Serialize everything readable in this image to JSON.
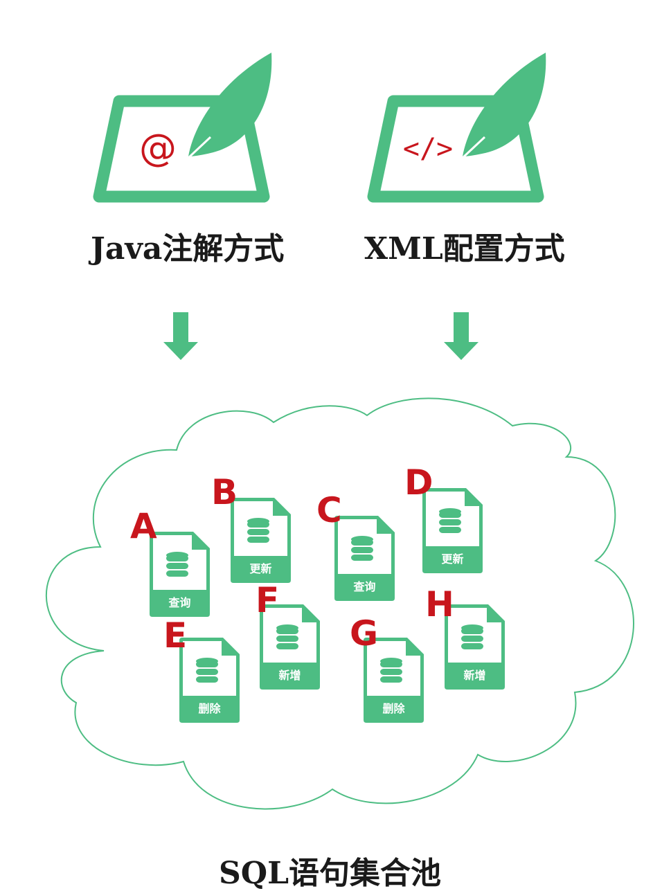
{
  "colors": {
    "green": "#4dbd83",
    "red": "#c8161d",
    "text": "#1a1a1a"
  },
  "panels": [
    {
      "id": "java",
      "symbol": "@",
      "icon": "quill-at-icon",
      "label": "Java注解方式"
    },
    {
      "id": "xml",
      "symbol": "</>",
      "icon": "quill-code-icon",
      "label": "XML配置方式"
    }
  ],
  "pool": {
    "title": "SQL语句集合池",
    "files": [
      {
        "letter": "A",
        "label": "查询"
      },
      {
        "letter": "B",
        "label": "更新"
      },
      {
        "letter": "C",
        "label": "查询"
      },
      {
        "letter": "D",
        "label": "更新"
      },
      {
        "letter": "E",
        "label": "删除"
      },
      {
        "letter": "F",
        "label": "新增"
      },
      {
        "letter": "G",
        "label": "删除"
      },
      {
        "letter": "H",
        "label": "新增"
      }
    ]
  }
}
